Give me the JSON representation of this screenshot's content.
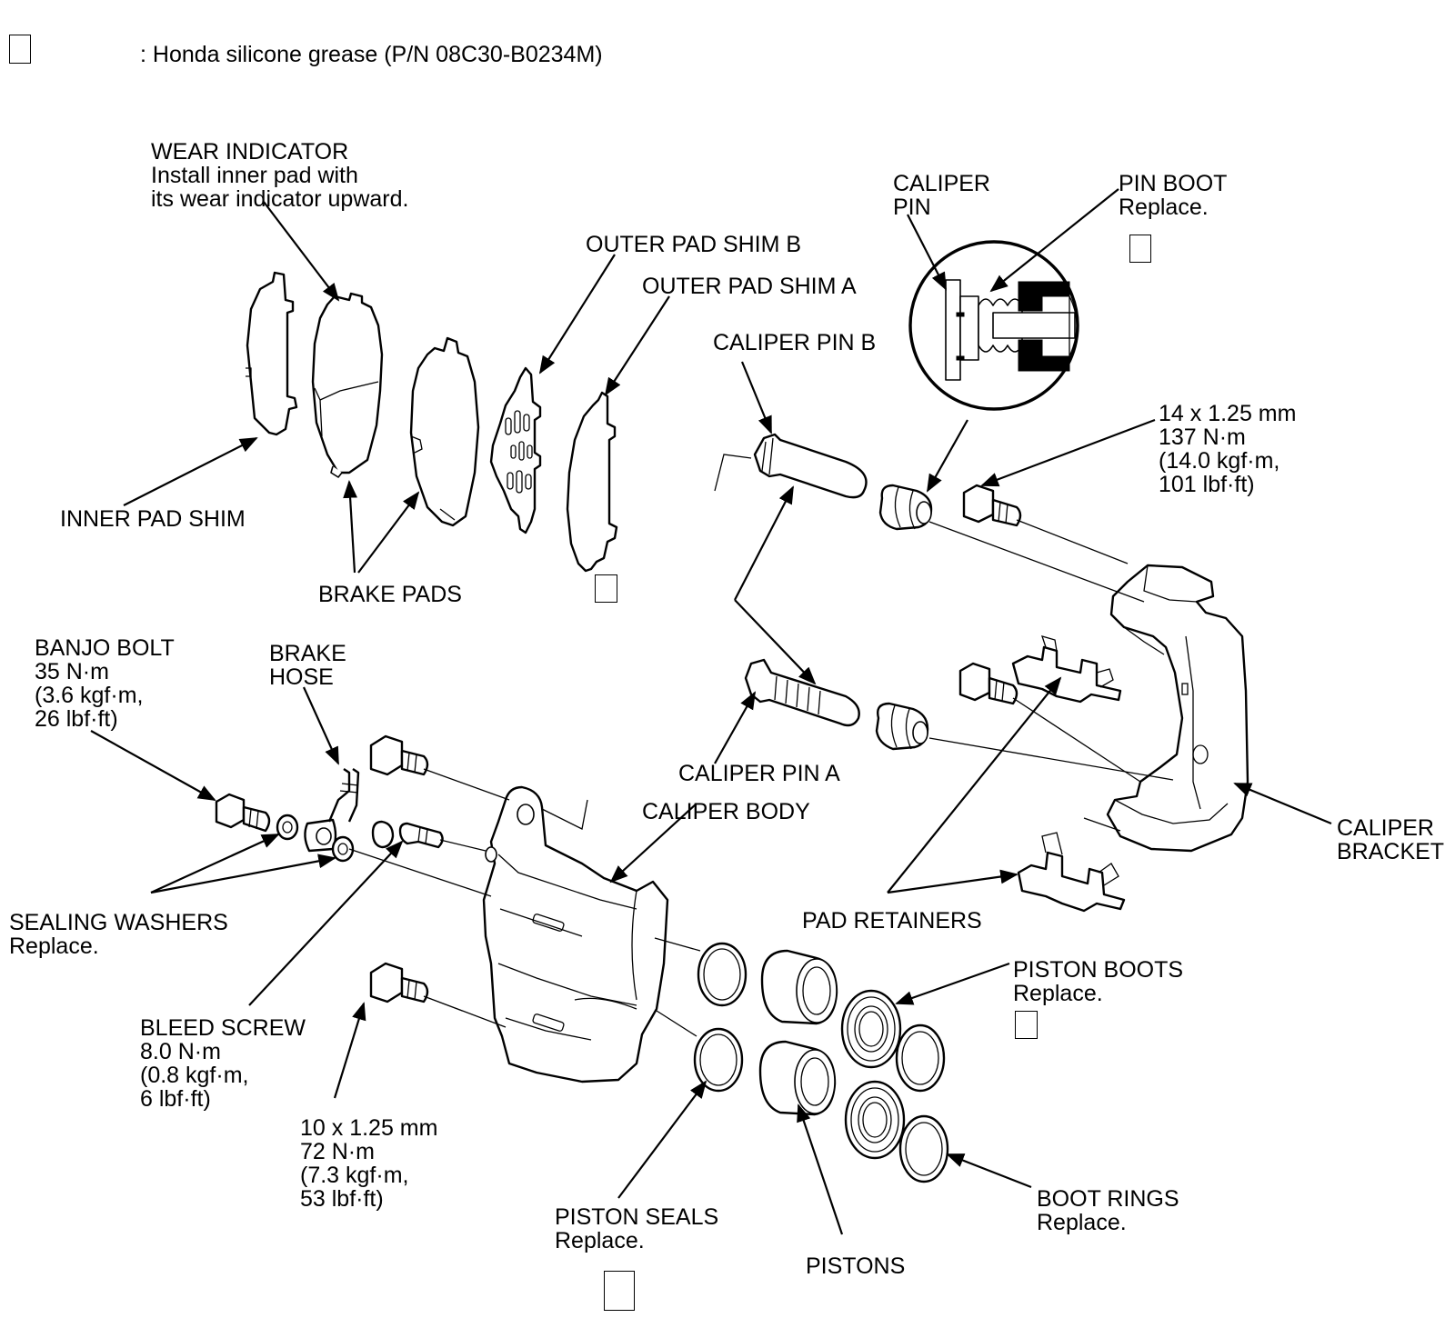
{
  "legend": {
    "text": ": Honda silicone grease (P/N 08C30-B0234M)"
  },
  "labels": {
    "wear_indicator": [
      "WEAR INDICATOR",
      "Install inner pad with",
      "its wear indicator upward."
    ],
    "outer_pad_shim_b": [
      "OUTER PAD SHIM B"
    ],
    "outer_pad_shim_a": [
      "OUTER PAD SHIM A"
    ],
    "caliper_pin": [
      "CALIPER",
      "PIN"
    ],
    "pin_boot": [
      "PIN BOOT",
      "Replace."
    ],
    "caliper_pin_b": [
      "CALIPER PIN B"
    ],
    "mounting_bolt_torque": [
      "14 x 1.25 mm",
      "137 N·m",
      "(14.0 kgf·m,",
      "101 lbf·ft)"
    ],
    "inner_pad_shim": [
      "INNER PAD SHIM"
    ],
    "brake_pads": [
      "BRAKE PADS"
    ],
    "banjo_bolt": [
      "BANJO BOLT",
      "35 N·m",
      "(3.6 kgf·m,",
      "26 lbf·ft)"
    ],
    "brake_hose": [
      "BRAKE",
      "HOSE"
    ],
    "caliper_pin_a": [
      "CALIPER PIN A"
    ],
    "caliper_body": [
      "CALIPER BODY"
    ],
    "caliper_bracket": [
      "CALIPER",
      "BRACKET"
    ],
    "sealing_washers": [
      "SEALING WASHERS",
      "Replace."
    ],
    "pad_retainers": [
      "PAD RETAINERS"
    ],
    "piston_boots": [
      "PISTON BOOTS",
      "Replace."
    ],
    "bleed_screw": [
      "BLEED SCREW",
      "8.0 N·m",
      "(0.8 kgf·m,",
      "6 lbf·ft)"
    ],
    "flange_bolt_torque": [
      "10 x 1.25 mm",
      "72 N·m",
      "(7.3 kgf·m,",
      "53 lbf·ft)"
    ],
    "boot_rings": [
      "BOOT RINGS",
      "Replace."
    ],
    "piston_seals": [
      "PISTON SEALS",
      "Replace."
    ],
    "pistons": [
      "PISTONS"
    ]
  }
}
